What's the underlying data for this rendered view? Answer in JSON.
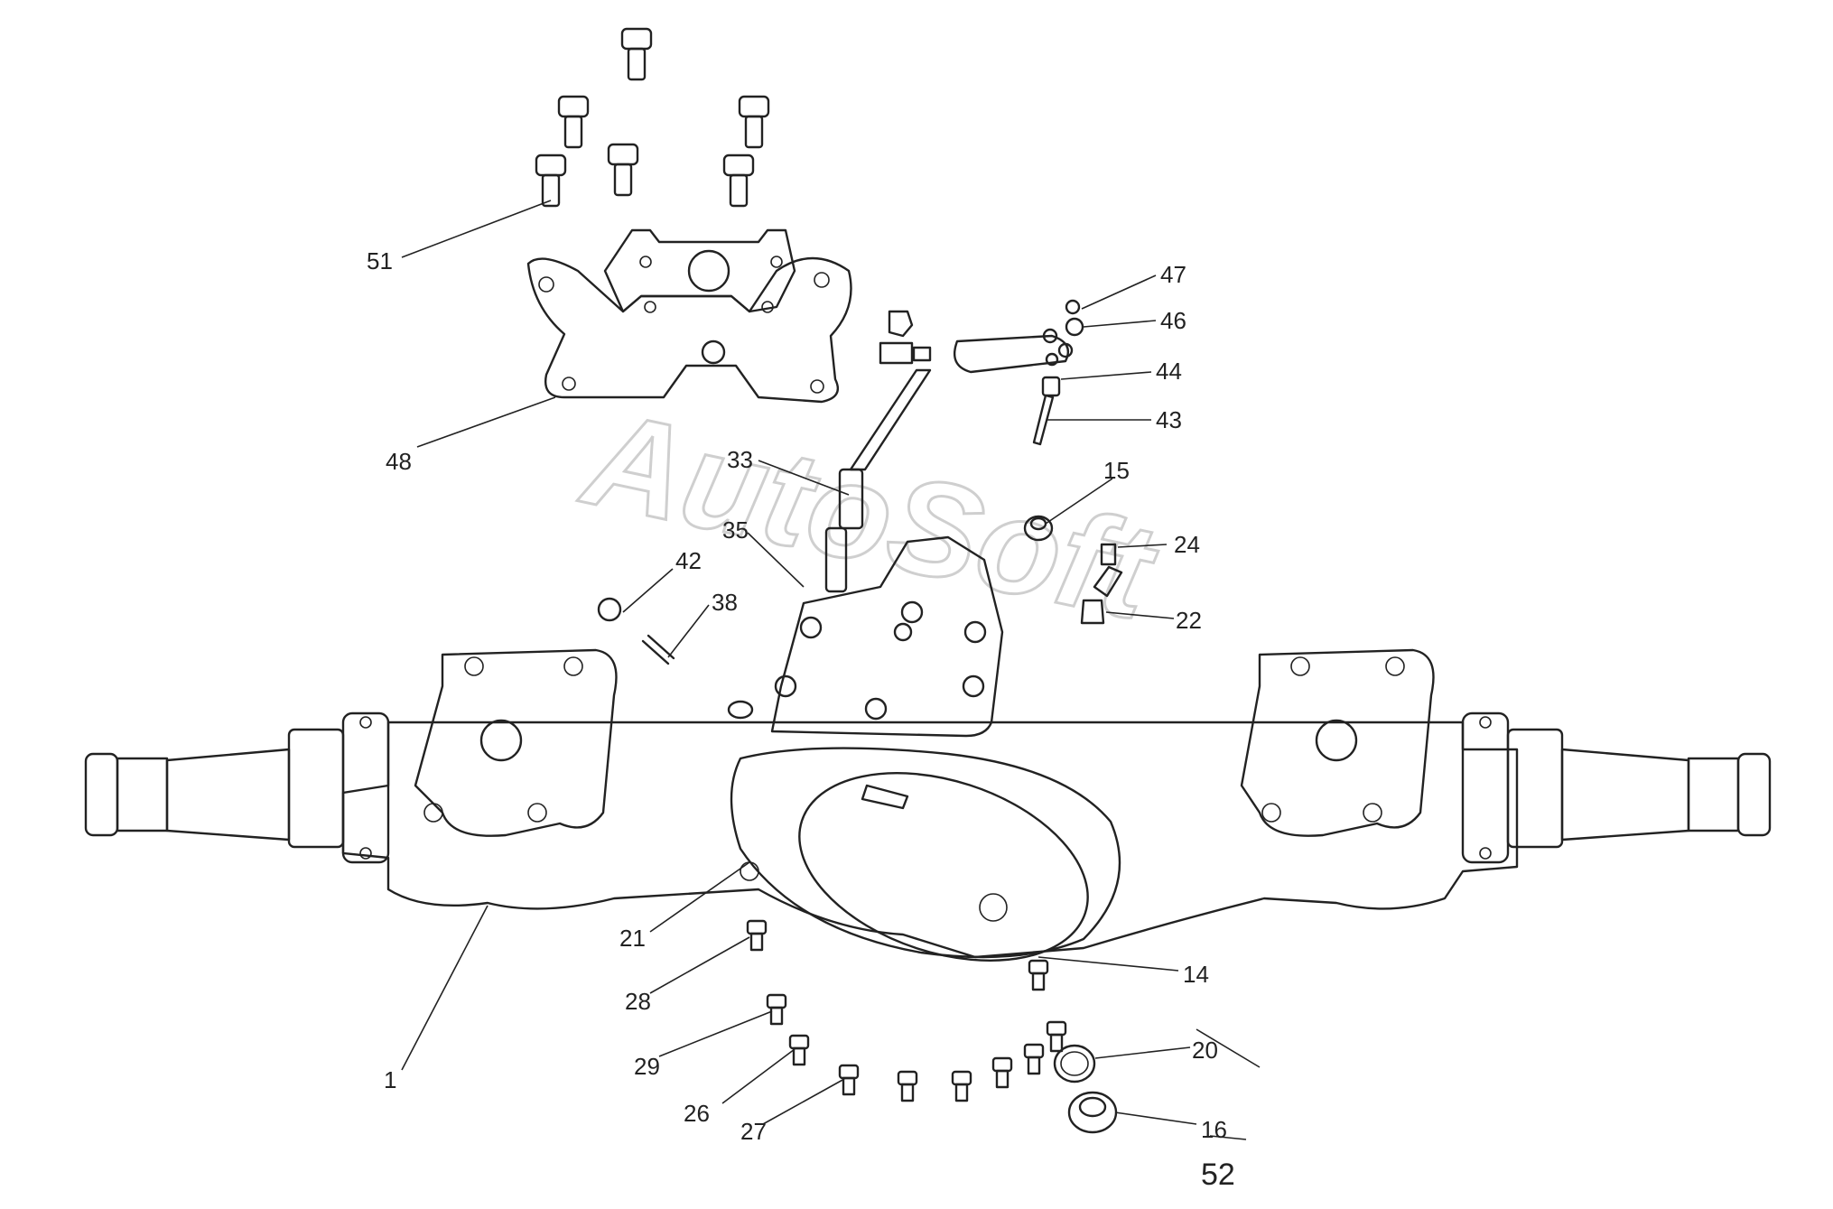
{
  "watermark": "AutoSoft",
  "page_number": "52",
  "callouts": [
    {
      "id": "51",
      "label": "51"
    },
    {
      "id": "47",
      "label": "47"
    },
    {
      "id": "46",
      "label": "46"
    },
    {
      "id": "44",
      "label": "44"
    },
    {
      "id": "43",
      "label": "43"
    },
    {
      "id": "48",
      "label": "48"
    },
    {
      "id": "33",
      "label": "33"
    },
    {
      "id": "15",
      "label": "15"
    },
    {
      "id": "35",
      "label": "35"
    },
    {
      "id": "42",
      "label": "42"
    },
    {
      "id": "24",
      "label": "24"
    },
    {
      "id": "38",
      "label": "38"
    },
    {
      "id": "22",
      "label": "22"
    },
    {
      "id": "21",
      "label": "21"
    },
    {
      "id": "14",
      "label": "14"
    },
    {
      "id": "28",
      "label": "28"
    },
    {
      "id": "29",
      "label": "29"
    },
    {
      "id": "20",
      "label": "20"
    },
    {
      "id": "1",
      "label": "1"
    },
    {
      "id": "26",
      "label": "26"
    },
    {
      "id": "27",
      "label": "27"
    },
    {
      "id": "16",
      "label": "16"
    }
  ]
}
